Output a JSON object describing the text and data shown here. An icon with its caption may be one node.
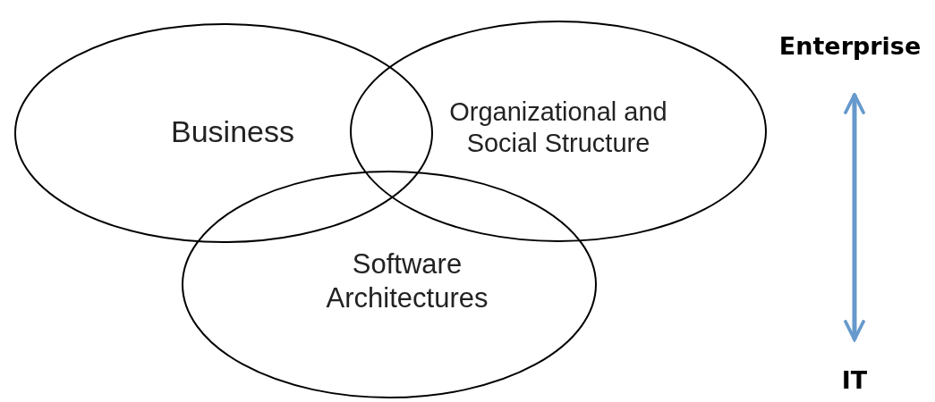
{
  "diagram": {
    "nodes": [
      {
        "text": [
          "Business"
        ]
      },
      {
        "text": [
          "Organizational and Social Structure"
        ]
      },
      {
        "text": [
          "Software Architectures"
        ]
      },
      {
        "text": [
          "Enterprise"
        ]
      },
      {
        "text": [
          "IT"
        ]
      }
    ],
    "edges": [
      {
        "from": 3,
        "to": 4,
        "arrow": "both",
        "color": "#6699cc"
      }
    ]
  }
}
